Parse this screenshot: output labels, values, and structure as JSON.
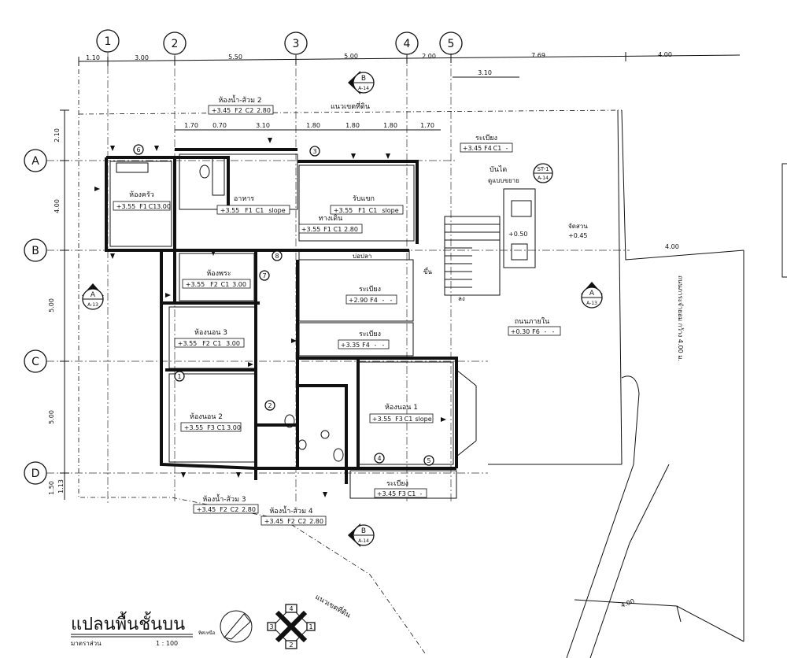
{
  "grid": {
    "columns": [
      "1",
      "2",
      "3",
      "4",
      "5"
    ],
    "rows": [
      "A",
      "B",
      "C",
      "D"
    ],
    "top_dims": [
      "1.10",
      "3.00",
      "5.50",
      "5.00",
      "2.00",
      "7.69",
      "4.00"
    ],
    "sub_dims": [
      "3.10",
      "1.70",
      "0.70",
      "3.10",
      "1.80",
      "1.80",
      "1.80",
      "1.70"
    ],
    "left_dims": [
      "2.10",
      "4.00",
      "5.00",
      "5.00",
      "1.50",
      "1.13"
    ]
  },
  "rooms": [
    {
      "name": "ห้องครัว",
      "tag": "+3.55",
      "codes": [
        "F1",
        "C1",
        "3.00"
      ]
    },
    {
      "name": "อาหาร",
      "tag": "+3.55",
      "codes": [
        "F1",
        "C1",
        "slope"
      ]
    },
    {
      "name": "รับแขก",
      "tag": "+3.55",
      "codes": [
        "F1",
        "C1",
        "slope"
      ]
    },
    {
      "name": "ห้องพระ",
      "tag": "+3.55",
      "codes": [
        "F2",
        "C1",
        "3.00"
      ]
    },
    {
      "name": "ห้องนอน 3",
      "tag": "+3.55",
      "codes": [
        "F2",
        "C1",
        "3.00"
      ]
    },
    {
      "name": "ห้องนอน 2",
      "tag": "+3.55",
      "codes": [
        "F3",
        "C1",
        "3.00"
      ]
    },
    {
      "name": "ห้องนอน 1",
      "tag": "+3.55",
      "codes": [
        "F3",
        "C1",
        "slope"
      ]
    },
    {
      "name": "ห้องน้ำ-ส้วม 2",
      "tag": "+3.45",
      "codes": [
        "F2",
        "C2",
        "2.80"
      ]
    },
    {
      "name": "ห้องน้ำ-ส้วม 3",
      "tag": "+3.45",
      "codes": [
        "F2",
        "C2",
        "2.80"
      ]
    },
    {
      "name": "ห้องน้ำ-ส้วม 4",
      "tag": "+3.45",
      "codes": [
        "F2",
        "C2",
        "2.80"
      ]
    },
    {
      "name": "ทางเดิน",
      "tag": "+3.55",
      "codes": [
        "F1",
        "C1",
        "2.80"
      ]
    },
    {
      "name": "ระเบียง",
      "tag": "+2.90",
      "codes": [
        "F4",
        "-",
        "-"
      ]
    },
    {
      "name": "ระเบียง",
      "tag": "+3.35",
      "codes": [
        "F4",
        "-",
        "-"
      ]
    },
    {
      "name": "ระเบียง",
      "tag": "+3.45",
      "codes": [
        "F4",
        "C1",
        "-"
      ]
    },
    {
      "name": "ระเบียง",
      "tag": "+3.45",
      "codes": [
        "F3",
        "C1",
        "-"
      ]
    },
    {
      "name": "ถนนภายใน",
      "tag": "+0.30",
      "codes": [
        "F6",
        "-",
        "-"
      ]
    }
  ],
  "labels": {
    "north_line_top": "แนวเขตที่ดิน",
    "north_line_bottom": "แนวเขตที่ดิน",
    "stairs": "บันได",
    "stair_detail": "ดูแบบขยาย",
    "parking": "จัดสวน",
    "parking_level": "+0.45",
    "stair_level": "+0.50",
    "pond": "บ่อปลา",
    "up": "ขึ้น",
    "down": "ลง",
    "road": "ถนนภาระจำยอม กว้าง 4.00 ม.",
    "road_width": "4.00",
    "road_width_2": "4.00",
    "title": "แปลนพื้นชั้นบน",
    "scale_label": "มาตราส่วน",
    "scale_value": "1 : 100",
    "north_label": "ทิศเหนือ"
  },
  "section_markers": [
    {
      "letter": "B",
      "sheet": "A-14"
    },
    {
      "letter": "B",
      "sheet": "A-14"
    },
    {
      "letter": "A",
      "sheet": "A-13"
    },
    {
      "letter": "A",
      "sheet": "A-13"
    },
    {
      "letter": "ST-1",
      "sheet": "A-14"
    }
  ],
  "door_numbers": [
    "1",
    "2",
    "3",
    "4",
    "5",
    "6",
    "7",
    "8"
  ]
}
